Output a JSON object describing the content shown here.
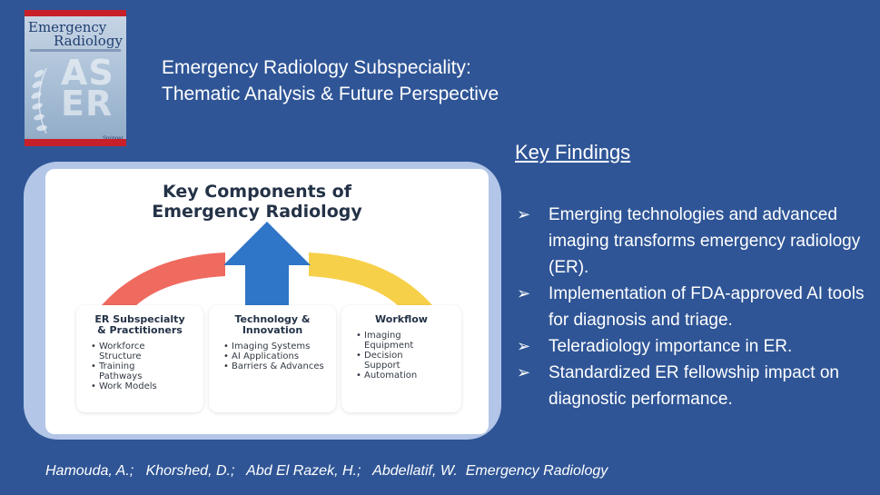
{
  "cover": {
    "journal_line1": "Emergency",
    "journal_line2": "Radiology",
    "big_letters": "ASER",
    "publisher": "Springer",
    "colors": {
      "red": "#c8202a",
      "navy": "#1f3e70"
    }
  },
  "title": {
    "line1": "Emergency Radiology Subspeciality:",
    "line2": "Thematic Analysis & Future Perspective"
  },
  "key_findings": {
    "heading": "Key Findings",
    "bullet_symbol": "➢",
    "items": [
      "Emerging technologies and advanced imaging transforms emergency radiology (ER).",
      "Implementation of FDA-approved AI tools for diagnosis and triage.",
      "Teleradiology importance in ER.",
      "Standardized ER fellowship impact on diagnostic performance."
    ]
  },
  "infographic": {
    "title_line1": "Key Components of",
    "title_line2": "Emergency Radiology",
    "colors": {
      "left_arc": "#ef6a5f",
      "arrow": "#2f75c8",
      "right_arc": "#f7d04a",
      "card_bg": "#b3c6e7"
    },
    "columns": [
      {
        "heading_line1": "ER Subspecialty",
        "heading_line2": "& Practitioners",
        "items": [
          [
            "Workforce",
            "Structure"
          ],
          [
            "Training",
            "Pathways"
          ],
          [
            "Work Models"
          ]
        ]
      },
      {
        "heading_line1": "Technology &",
        "heading_line2": "Innovation",
        "items": [
          [
            "Imaging Systems"
          ],
          [
            "AI Applications"
          ],
          [
            "Barriers & Advances"
          ]
        ]
      },
      {
        "heading_line1": "Workflow",
        "heading_line2": "",
        "items": [
          [
            "Imaging",
            "Equipment"
          ],
          [
            "Decision",
            "Support"
          ],
          [
            "Automation"
          ]
        ]
      }
    ]
  },
  "authors": "Hamouda, A.;   Khorshed, D.;   Abd El Razek, H.;   Abdellatif, W.  Emergency Radiology"
}
